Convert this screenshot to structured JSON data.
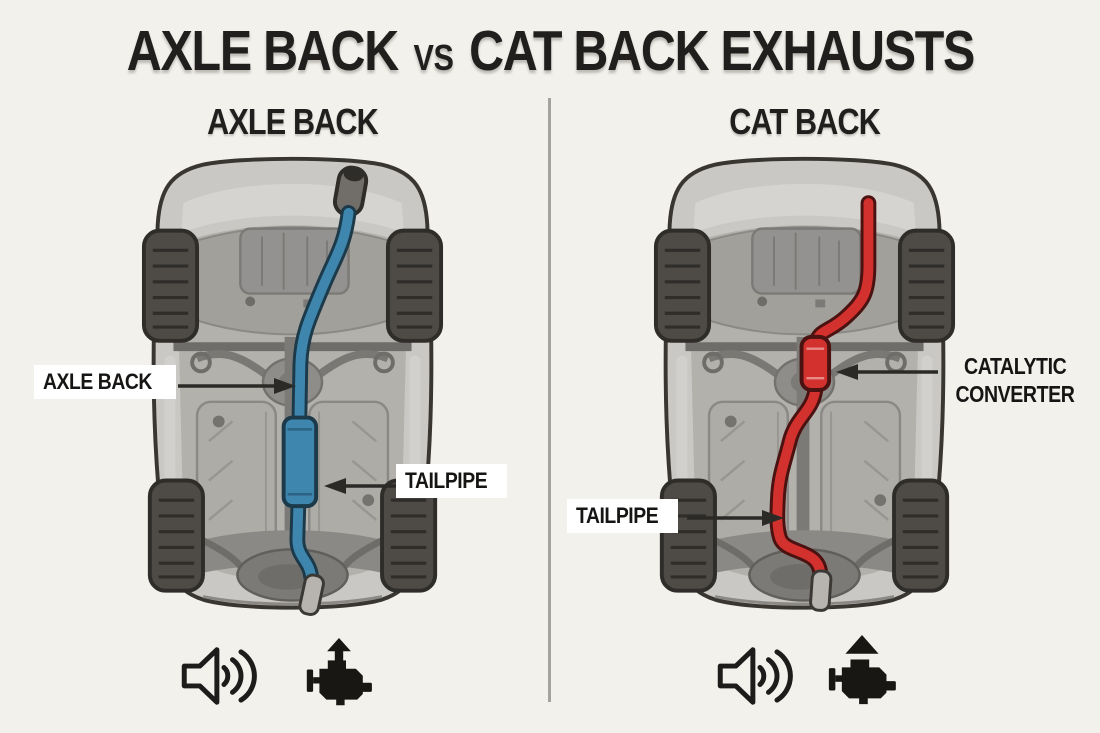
{
  "title": {
    "left": "AXLE BACK",
    "vs": "VS",
    "right": "CAT BACK EXHAUSTS"
  },
  "left_panel": {
    "heading": "AXLE BACK",
    "pipe_label": "AXLE BACK",
    "tailpipe_label": "TAILPIPE",
    "pipe_color": "#3e86ad",
    "pipe_outline_color": "#1c3a4a"
  },
  "right_panel": {
    "heading": "CAT BACK",
    "converter_label_line1": "CATALYTIC",
    "converter_label_line2": "CONVERTER",
    "tailpipe_label": "TAILPIPE",
    "pipe_color": "#d3312d",
    "pipe_outline_color": "#4a1210"
  },
  "footer": {
    "left_icons": [
      "volume-loud-icon",
      "engine-power-up-arrow-icon"
    ],
    "right_icons": [
      "volume-loud-icon",
      "engine-power-up-triangle-icon"
    ]
  },
  "colors": {
    "background": "#f3f1ec",
    "ink": "#211f1d",
    "car_body": "#cac8c4",
    "divider": "#a5a3a0",
    "label_background": "#ffffff"
  }
}
